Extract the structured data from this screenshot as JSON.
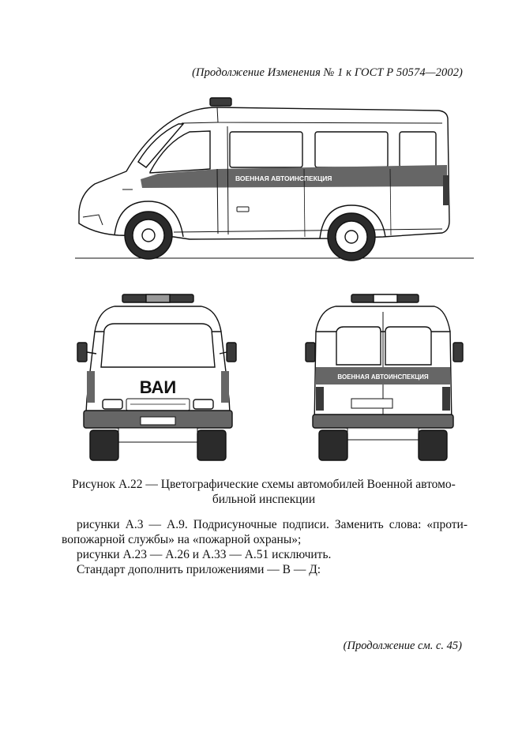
{
  "header": {
    "continuation": "(Продолжение Изменения № 1 к ГОСТ  Р 50574—2002)"
  },
  "figure": {
    "side_band_label": "ВОЕННАЯ АВТОИНСПЕКЦИЯ",
    "front_label": "ВАИ",
    "rear_band_label": "ВОЕННАЯ АВТОИНСПЕКЦИЯ",
    "colors": {
      "band": "#666666",
      "outline": "#111111",
      "tire": "#2b2b2b",
      "beacon": "#3a3a3a"
    }
  },
  "caption": {
    "line1": "Рисунок А.22 — Цветографические схемы автомобилей Военной автомо-",
    "line2": "бильной инспекции"
  },
  "body": {
    "line1": "рисунки А.3 — А.9. Подрисуночные подписи. Заменить слова: «проти-",
    "line2": "вопожарной службы» на «пожарной охраны»;",
    "line3": "рисунки А.23 — А.26 и А.33 — А.51 исключить.",
    "line4": "Стандарт дополнить приложениями — В — Д:"
  },
  "footer": {
    "continuation": "(Продолжение см. с. 45)"
  }
}
